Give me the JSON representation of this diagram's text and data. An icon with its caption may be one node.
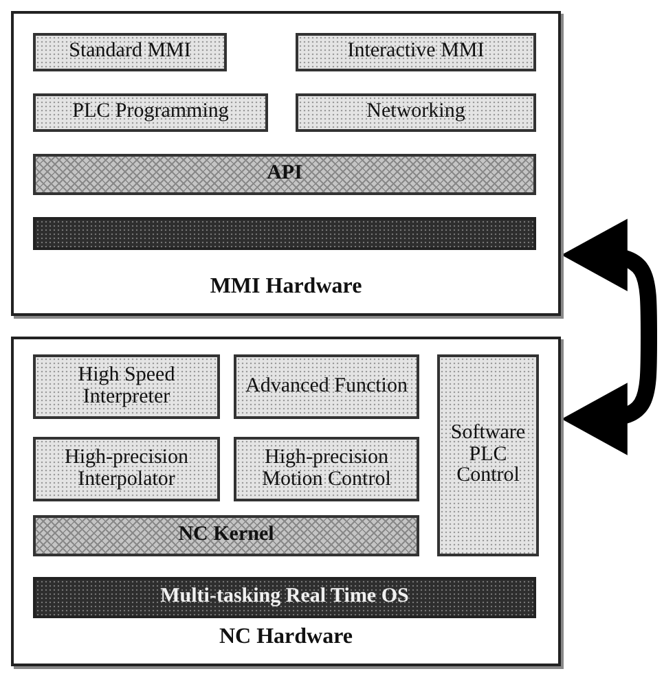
{
  "diagram": {
    "nodes": [
      {
        "text": [
          "MMI Hardware"
        ]
      },
      {
        "text": [
          "Standard MMI"
        ],
        "in": 0
      },
      {
        "text": [
          "Interactive MMI"
        ],
        "in": 0
      },
      {
        "text": [
          "PLC Programming"
        ],
        "in": 0
      },
      {
        "text": [
          "Networking"
        ],
        "in": 0
      },
      {
        "text": [
          "API"
        ],
        "in": 0
      },
      {
        "text": [],
        "shape": "bar",
        "in": 0
      },
      {
        "text": [
          "NC Hardware"
        ]
      },
      {
        "text": [
          "High Speed Interpreter"
        ],
        "in": 7
      },
      {
        "text": [
          "Advanced Function"
        ],
        "in": 7
      },
      {
        "text": [
          "Software PLC Control"
        ],
        "in": 7
      },
      {
        "text": [
          "High-precision Interpolator"
        ],
        "in": 7
      },
      {
        "text": [
          "High-precision Motion Control"
        ],
        "in": 7
      },
      {
        "text": [
          "NC Kernel"
        ],
        "in": 7
      },
      {
        "text": [
          "Multi-tasking Real Time OS"
        ],
        "in": 7
      }
    ],
    "edges": [
      {
        "from": 0,
        "to": 7,
        "arrow": "both"
      }
    ]
  }
}
